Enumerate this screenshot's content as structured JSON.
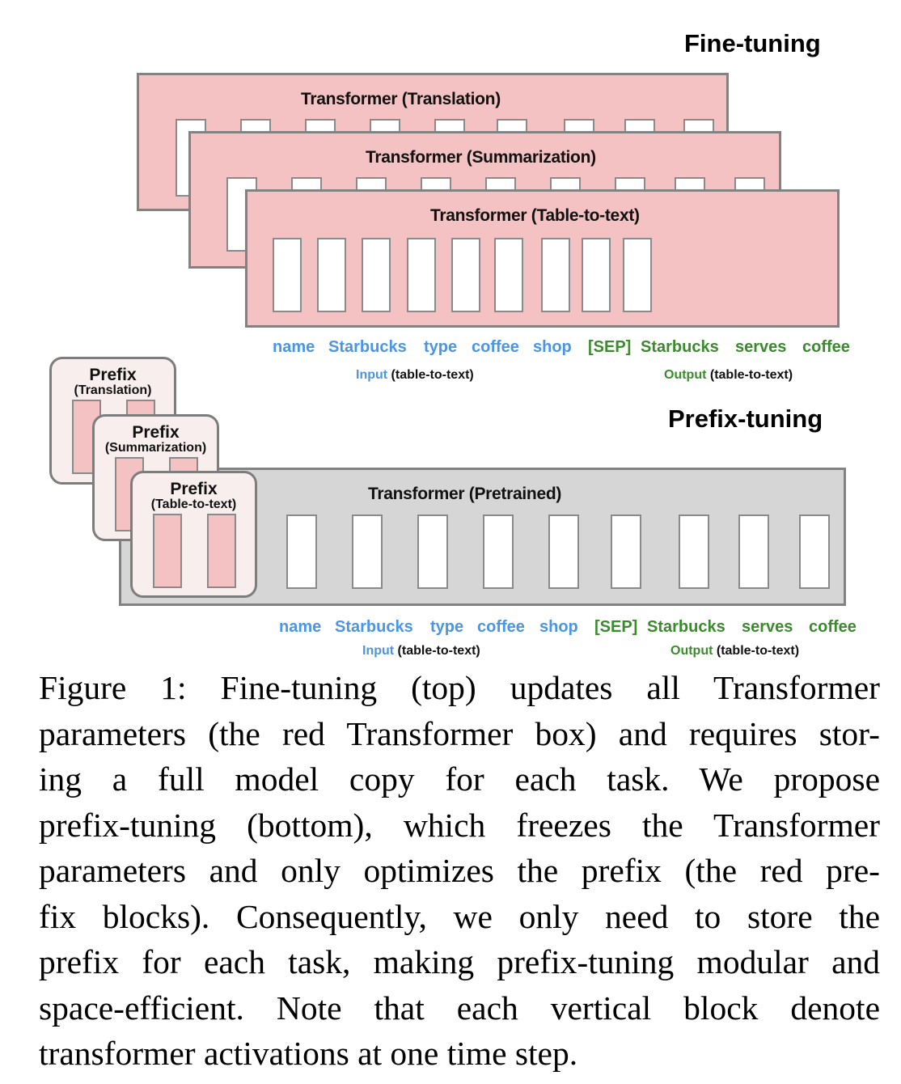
{
  "fine_tuning": {
    "title": "Fine-tuning",
    "transformers": [
      {
        "label": "Transformer (Translation)",
        "fill": "#f4c2c2"
      },
      {
        "label": "Transformer (Summarization)",
        "fill": "#f4c2c2"
      },
      {
        "label": "Transformer (Table-to-text)",
        "fill": "#f4c2c2"
      }
    ],
    "tokens": [
      {
        "text": "name",
        "role": "input"
      },
      {
        "text": "Starbucks",
        "role": "input"
      },
      {
        "text": "type",
        "role": "input"
      },
      {
        "text": "coffee",
        "role": "input"
      },
      {
        "text": "shop",
        "role": "input"
      },
      {
        "text": "[SEP]",
        "role": "output"
      },
      {
        "text": "Starbucks",
        "role": "output"
      },
      {
        "text": "serves",
        "role": "output"
      },
      {
        "text": "coffee",
        "role": "output"
      }
    ],
    "input_label": {
      "key": "Input",
      "rest": "(table-to-text)"
    },
    "output_label": {
      "key": "Output",
      "rest": "(table-to-text)"
    }
  },
  "prefix_tuning": {
    "title": "Prefix-tuning",
    "prefixes": [
      {
        "title": "Prefix",
        "task": "(Translation)"
      },
      {
        "title": "Prefix",
        "task": "(Summarization)"
      },
      {
        "title": "Prefix",
        "task": "(Table-to-text)"
      }
    ],
    "transformer": {
      "label": "Transformer  (Pretrained)",
      "fill": "#d6d6d6"
    },
    "tokens": [
      {
        "text": "name",
        "role": "input"
      },
      {
        "text": "Starbucks",
        "role": "input"
      },
      {
        "text": "type",
        "role": "input"
      },
      {
        "text": "coffee",
        "role": "input"
      },
      {
        "text": "shop",
        "role": "input"
      },
      {
        "text": "[SEP]",
        "role": "output"
      },
      {
        "text": "Starbucks",
        "role": "output"
      },
      {
        "text": "serves",
        "role": "output"
      },
      {
        "text": "coffee",
        "role": "output"
      }
    ],
    "input_label": {
      "key": "Input",
      "rest": "(table-to-text)"
    },
    "output_label": {
      "key": "Output",
      "rest": "(table-to-text)"
    }
  },
  "colors": {
    "input": "#4a95e6",
    "output": "#3b8a2e",
    "trainable": "#f4c2c2",
    "frozen": "#d6d6d6"
  },
  "caption": {
    "lines": [
      "Figure 1:  Fine-tuning (top) updates all Transformer",
      "parameters (the red Transformer box) and requires stor-",
      "ing a full model copy for each task.  We propose",
      "prefix-tuning (bottom), which freezes the Transformer",
      "parameters and only optimizes the prefix (the red pre-",
      "fix blocks).  Consequently, we only need to store the",
      "prefix for each task, making prefix-tuning modular and",
      "space-efficient.  Note that each vertical block denote",
      "transformer activations at one time step."
    ]
  }
}
